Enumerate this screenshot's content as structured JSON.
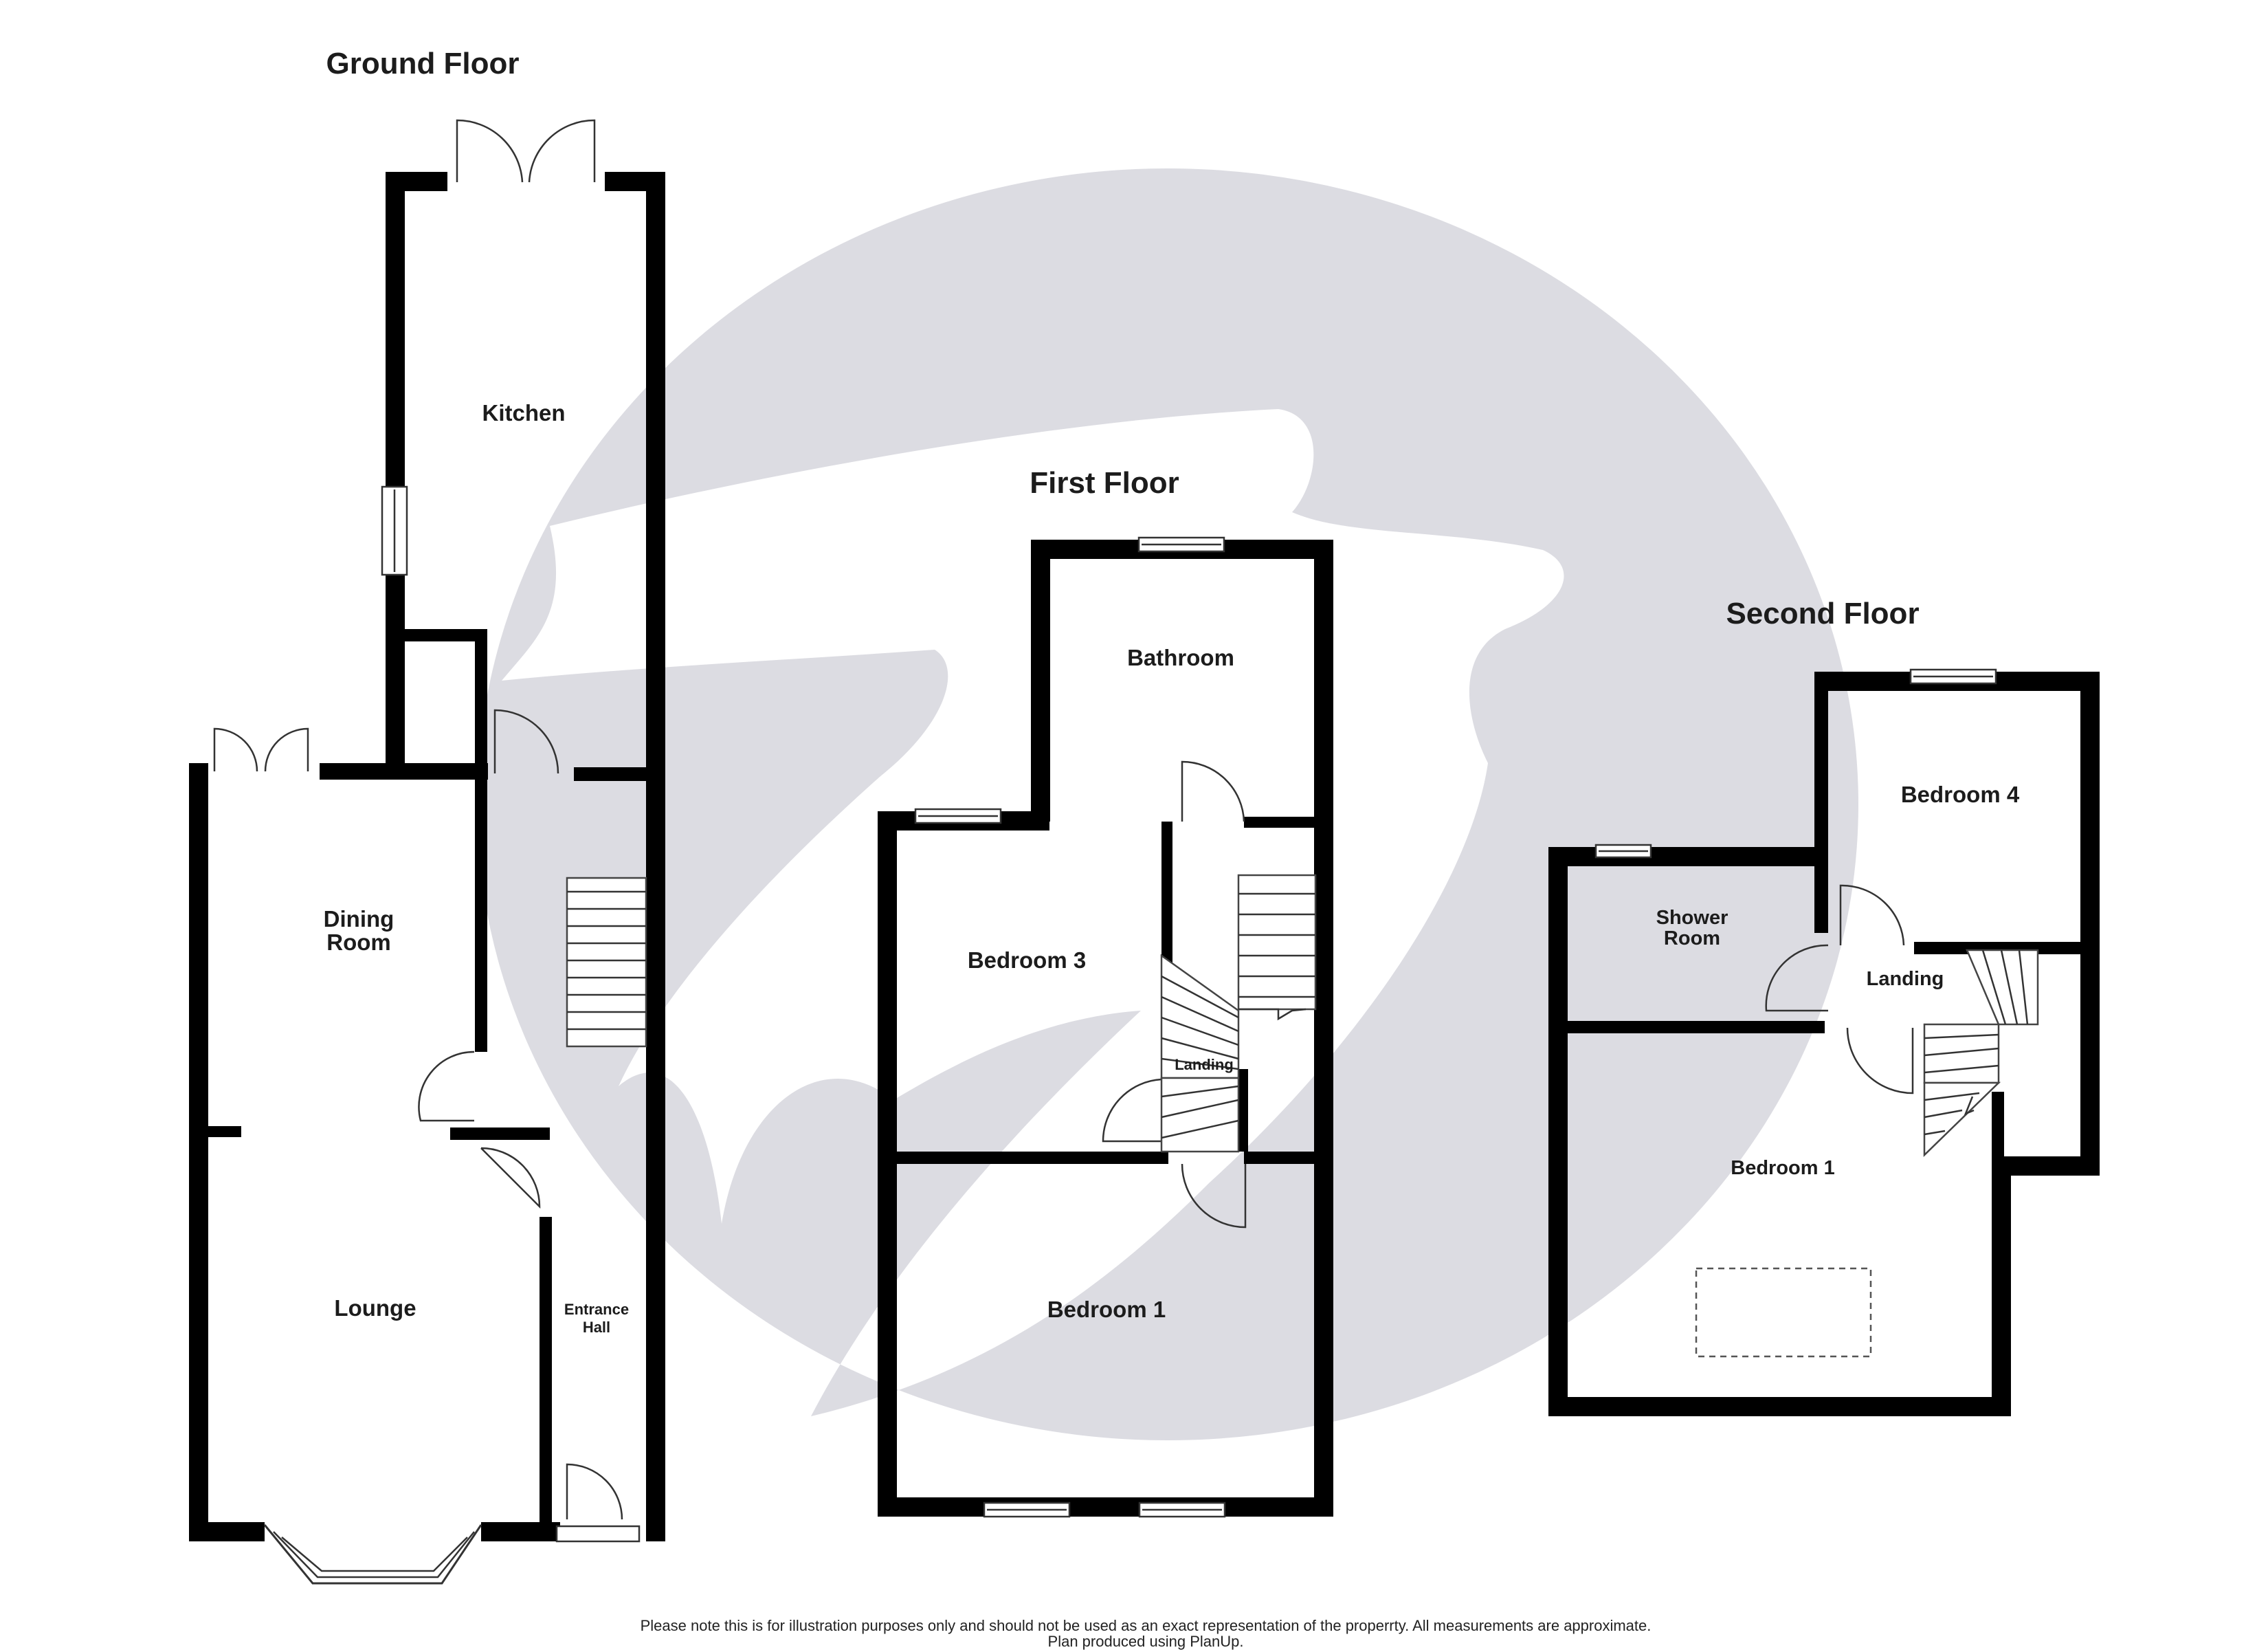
{
  "watermark": {
    "color": "#dcdce2",
    "icon": "bird-logo-watermark"
  },
  "floors": {
    "ground": {
      "title": "Ground Floor",
      "rooms": {
        "kitchen": "Kitchen",
        "dining_line1": "Dining",
        "dining_line2": "Room",
        "lounge": "Lounge",
        "hall_line1": "Entrance",
        "hall_line2": "Hall"
      }
    },
    "first": {
      "title": "First Floor",
      "rooms": {
        "bathroom": "Bathroom",
        "bedroom3": "Bedroom 3",
        "landing": "Landing",
        "bedroom1": "Bedroom 1"
      }
    },
    "second": {
      "title": "Second Floor",
      "rooms": {
        "bedroom4": "Bedroom 4",
        "shower_line1": "Shower",
        "shower_line2": "Room",
        "landing": "Landing",
        "bedroom1": "Bedroom 1"
      }
    }
  },
  "footer": {
    "disclaimer": "Please note this is for illustration purposes only and should not be used as an exact representation of the properrty. All measurements are approximate.",
    "credit": "Plan produced using PlanUp."
  }
}
